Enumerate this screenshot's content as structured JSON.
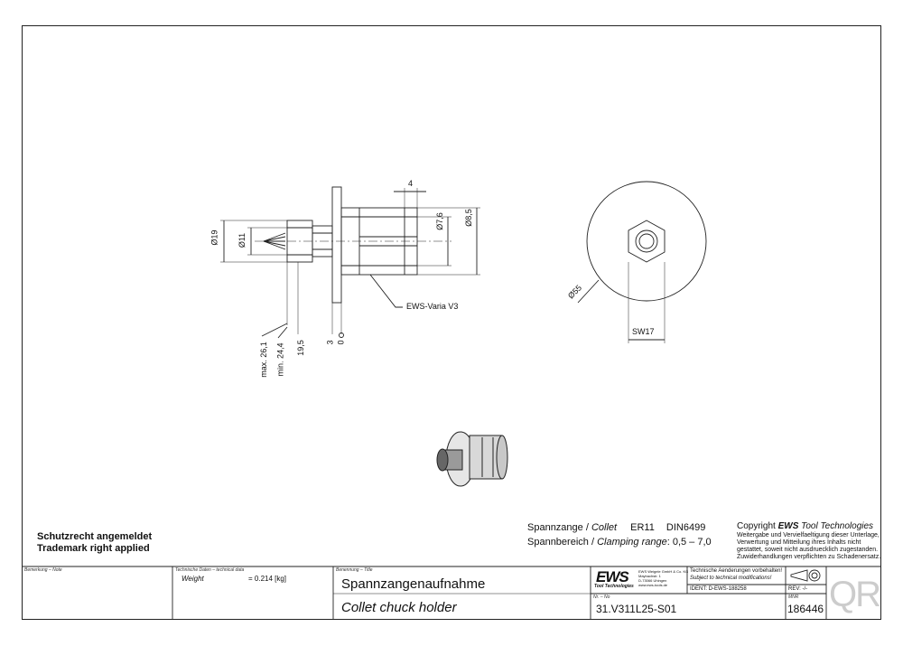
{
  "drawing": {
    "dim_d19": "Ø19",
    "dim_d11": "Ø11",
    "dim_d7_6": "Ø7,6",
    "dim_d8_5": "Ø8,5",
    "dim_4": "4",
    "dim_max": "max. 26,1",
    "dim_min": "min. 24,4",
    "dim_19_5": "19,5",
    "dim_3": "3",
    "dim_0": "0",
    "callout": "EWS-Varia V3",
    "dim_d55": "Ø55",
    "dim_sw17": "SW17"
  },
  "notes": {
    "patent_de": "Schutzrecht angemeldet",
    "patent_en": "Trademark right applied",
    "collet_de": "Spannzange /",
    "collet_en": "Collet",
    "collet_type": "ER11",
    "collet_din": "DIN6499",
    "range_de": "Spannbereich /",
    "range_en": "Clamping range",
    "range_value": ": 0,5 – 7,0",
    "copyright_prefix": "Copyright",
    "copyright_brand": "EWS",
    "copyright_suffix": "Tool Technologies",
    "copyright_lines": [
      "Weitergabe und Vervielfaeltigung dieser Unterlage,",
      "Verwertung und Mitteilung ihres Inhalts nicht",
      "gestattet, soweit nicht ausdruecklich zugestanden.",
      "Zuwiderhandlungen verpflichten zu Schadenersatz."
    ]
  },
  "titleblock": {
    "note_label": "Bemerkung – Note",
    "tech_label": "Technische Daten – technical data",
    "weight_label": "Weight",
    "weight_value": "= 0.214 [kg]",
    "title_label": "Benennung – Title",
    "title_de": "Spannzangenaufnahme",
    "title_en": "Collet chuck holder",
    "logo": "EWS",
    "logo_sub": "Tool Technologies",
    "company_lines": [
      "EWS Weigele GmbH & Co. KG",
      "Maybachstr. 1",
      "D-73066 Uhingen",
      "www.ews-tools.de"
    ],
    "change_de": "Technische Aenderungen vorbehalten!",
    "change_en": "Subject to technical modifications!",
    "ident": "IDENT: D-EWS-188258",
    "rev": "REV: -/-",
    "nr_label": "Nr. – No",
    "part_no": "31.V311L25-S01",
    "mnr_label": "MNR",
    "mnr": "186446",
    "qr": "QR"
  }
}
